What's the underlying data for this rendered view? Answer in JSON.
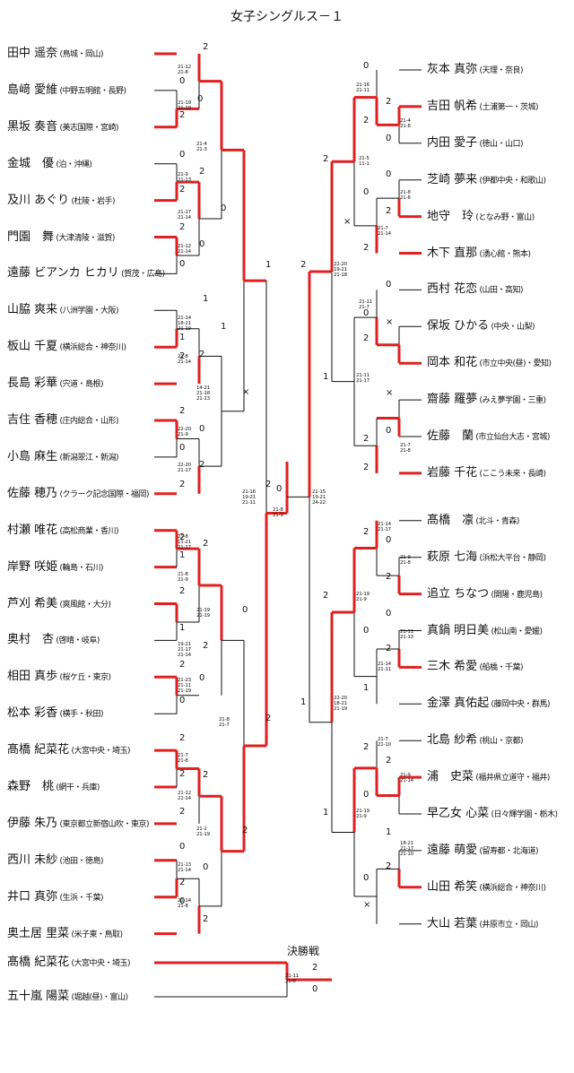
{
  "title": "女子シングルス－１",
  "final_label": "決勝戦",
  "left_players": [
    {
      "name": "田中 遥奈",
      "team": "(鳥城・岡山)"
    },
    {
      "name": "島﨑 愛維",
      "team": "(中野五明館・長野)"
    },
    {
      "name": "黒坂 奏音",
      "team": "(美志国際・宮崎)"
    },
    {
      "name": "金城　優",
      "team": "(泊・沖縄)"
    },
    {
      "name": "及川 あぐり",
      "team": "(杜陵・岩手)"
    },
    {
      "name": "門園　舞",
      "team": "(大津清陵・滋賀)"
    },
    {
      "name": "遠藤 ビアンカ ヒカリ",
      "team": "(賀茂・広島)"
    },
    {
      "name": "山脇 爽来",
      "team": "(八洲学園・大阪)"
    },
    {
      "name": "板山 千夏",
      "team": "(横浜総合・神奈川)"
    },
    {
      "name": "長島 彩華",
      "team": "(宍道・島根)"
    },
    {
      "name": "吉住 香穂",
      "team": "(庄内総合・山形)"
    },
    {
      "name": "小島 麻生",
      "team": "(新潟翠江・新潟)"
    },
    {
      "name": "佐藤 穂乃",
      "team": "(クラーク記念国際・福岡)"
    },
    {
      "name": "村瀬 唯花",
      "team": "(高松商業・香川)"
    },
    {
      "name": "岸野 咲姫",
      "team": "(輪島・石川)"
    },
    {
      "name": "芦刈 希美",
      "team": "(爽風館・大分)"
    },
    {
      "name": "奥村　杏",
      "team": "(啓晴・岐阜)"
    },
    {
      "name": "相田 真歩",
      "team": "(桜ケ丘・東京)"
    },
    {
      "name": "松本 彩香",
      "team": "(横手・秋田)"
    },
    {
      "name": "髙橋 紀菜花",
      "team": "(大宮中央・埼玉)"
    },
    {
      "name": "森野　桃",
      "team": "(網干・兵庫)"
    },
    {
      "name": "伊藤 朱乃",
      "team": "(東京都立新宿山吹・東京)"
    },
    {
      "name": "西川 未紗",
      "team": "(池田・徳島)"
    },
    {
      "name": "井口 真弥",
      "team": "(生浜・千葉)"
    },
    {
      "name": "奥土居 里菜",
      "team": "(米子東・鳥取)"
    }
  ],
  "right_players": [
    {
      "name": "灰本 真弥",
      "team": "(天理・奈良)"
    },
    {
      "name": "吉田 帆希",
      "team": "(土浦第一・茨城)"
    },
    {
      "name": "内田 愛子",
      "team": "(徳山・山口)"
    },
    {
      "name": "芝崎 夢来",
      "team": "(伊都中央・和歌山)"
    },
    {
      "name": "地守　玲",
      "team": "(となみ野・富山)"
    },
    {
      "name": "木下 直那",
      "team": "(湧心館・熊本)"
    },
    {
      "name": "西村 花恋",
      "team": "(山田・高知)"
    },
    {
      "name": "保坂 ひかる",
      "team": "(中央・山梨)"
    },
    {
      "name": "岡本 和花",
      "team": "(市立中央(昼)・愛知)"
    },
    {
      "name": "齋藤 羅夢",
      "team": "(みえ夢学園・三重)"
    },
    {
      "name": "佐藤　蘭",
      "team": "(市立仙台大志・宮城)"
    },
    {
      "name": "岩藤 千花",
      "team": "(ここう未来・長崎)"
    },
    {
      "name": "髙橋　凛",
      "team": "(北斗・青森)"
    },
    {
      "name": "萩原 七海",
      "team": "(浜松大平台・静岡)"
    },
    {
      "name": "追立 ちなつ",
      "team": "(開陽・鹿児島)"
    },
    {
      "name": "真鍋 明日美",
      "team": "(松山南・愛媛)"
    },
    {
      "name": "三木 希愛",
      "team": "(船橋・千葉)"
    },
    {
      "name": "金澤 真佑起",
      "team": "(藤岡中央・群馬)"
    },
    {
      "name": "北島 紗希",
      "team": "(桃山・京都)"
    },
    {
      "name": "浦　史菜",
      "team": "(福井県立道守・福井)"
    },
    {
      "name": "早乙女 心菜",
      "team": "(日々輝学園・栃木)"
    },
    {
      "name": "遠藤 萌愛",
      "team": "(留寿都・北海道)"
    },
    {
      "name": "山田 希笑",
      "team": "(横浜総合・神奈川)"
    },
    {
      "name": "大山 若葉",
      "team": "(井原市立・岡山)"
    }
  ],
  "final_players": [
    {
      "name": "髙橋 紀菜花",
      "team": "(大宮中央・埼玉)"
    },
    {
      "name": "五十嵐 陽菜",
      "team": "(堀越(昼)・富山)"
    }
  ],
  "left_sets": [
    {
      "t": "21-12\n21-8"
    },
    {
      "t": "21-19\n21-19"
    },
    {
      "t": "21-4\n21-3"
    },
    {
      "t": "21-9\n21-13"
    },
    {
      "t": "21-17\n21-14"
    },
    {
      "t": "21-12\n21-14"
    },
    {
      "t": "21-14\n18-21\n21-19"
    },
    {
      "t": "21-8\n21-14"
    },
    {
      "t": "14-21\n21-18\n21-13"
    },
    {
      "t": "22-20\n21-9"
    },
    {
      "t": "22-20\n21-17"
    },
    {
      "t": "21-16\n19-21\n21-11"
    },
    {
      "t": "21-8\n11-21\n21-17"
    },
    {
      "t": "21-8\n21-9"
    },
    {
      "t": "21-19\n21-19"
    },
    {
      "t": "19-21\n21-17\n21-14"
    },
    {
      "t": "21-23\n21-11\n21-19"
    },
    {
      "t": "21-8\n21-7"
    },
    {
      "t": "21-7\n21-8"
    },
    {
      "t": "21-12\n21-14"
    },
    {
      "t": "21-2\n21-19"
    },
    {
      "t": "21-13\n21-14"
    },
    {
      "t": "21-14\n21-8"
    },
    {
      "t": "21-8\n21-9"
    }
  ],
  "right_sets": [
    {
      "t": "21-16\n21-11"
    },
    {
      "t": "21-4\n21-8"
    },
    {
      "t": "21-5\n11-1"
    },
    {
      "t": "21-8\n21-8"
    },
    {
      "t": "21-7\n21-14"
    },
    {
      "t": "22-20\n19-21\n21-18"
    },
    {
      "t": "21-11\n21-7"
    },
    {
      "t": "21-11\n21-17"
    },
    {
      "t": "21-7\n21-8"
    },
    {
      "t": "21-15\n19-21\n24-22"
    },
    {
      "t": "21-14\n21-17"
    },
    {
      "t": "21-9\n21-8"
    },
    {
      "t": "21-19\n21-9"
    },
    {
      "t": "21-11\n21-13"
    },
    {
      "t": "21-14\n21-11"
    },
    {
      "t": "22-20\n18-21\n21-19"
    },
    {
      "t": "21-7\n21-10"
    },
    {
      "t": "21-9\n21-14"
    },
    {
      "t": "21-19\n21-9"
    },
    {
      "t": "18-21\n21-17\n21-10"
    }
  ],
  "final_set": {
    "t": "21-11\n21-8"
  },
  "accent_color": "#e02020"
}
